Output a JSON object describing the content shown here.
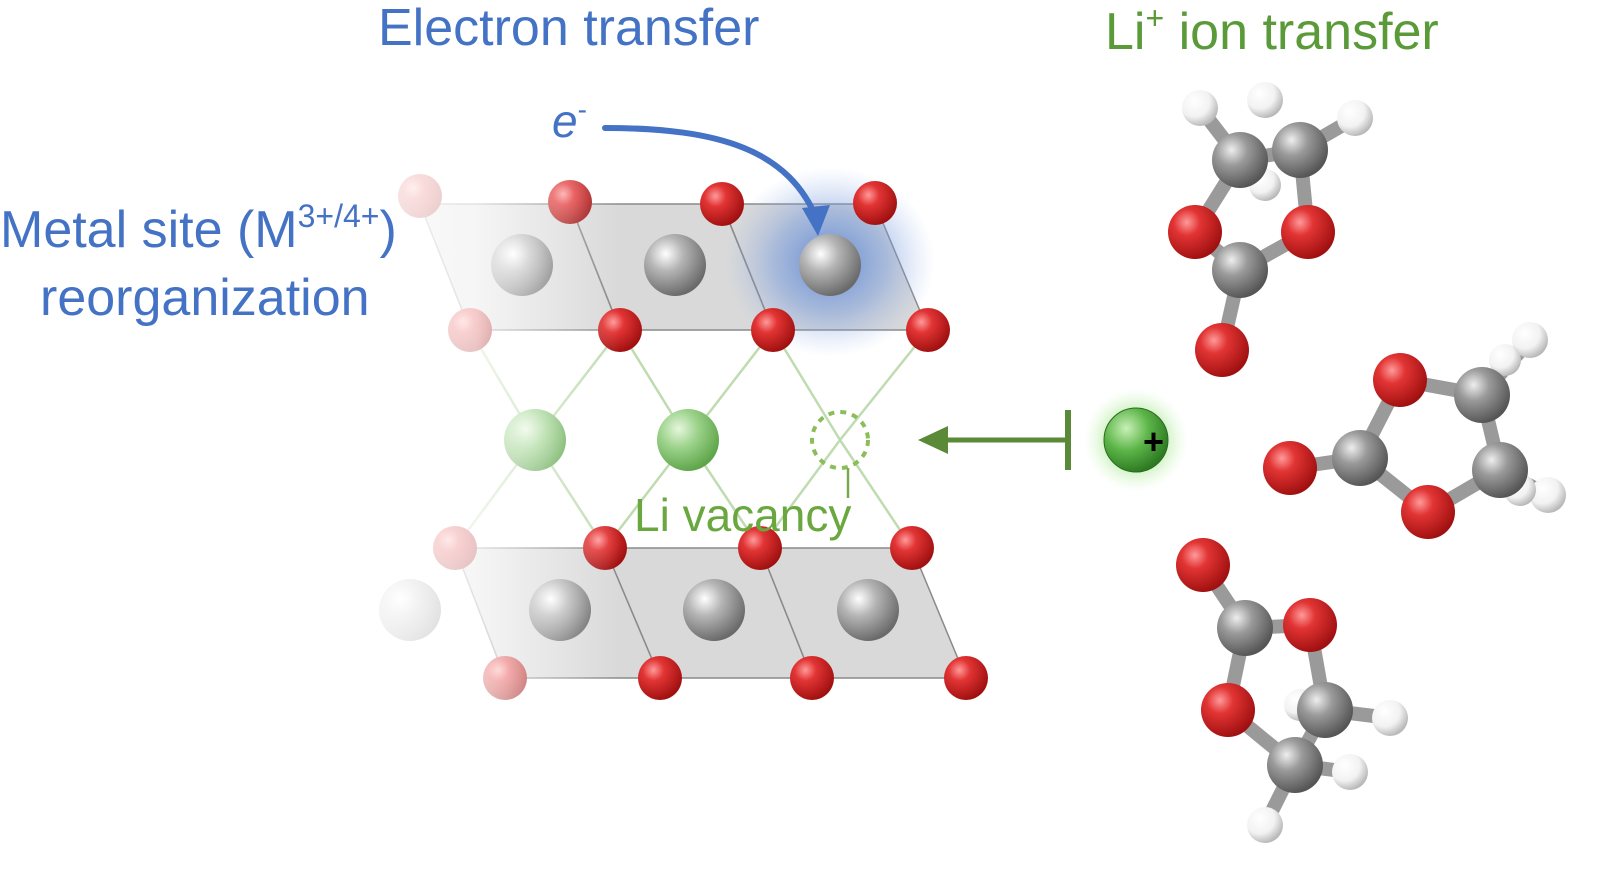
{
  "colors": {
    "electron": "#4472c4",
    "lithium": "#5a9a38",
    "oxygen": "#dc2d2d",
    "metal": "#9c9c9c",
    "carbon": "#8e8e8e",
    "hydrogen": "#f0f0f0",
    "octahedron": "#d7d7d7"
  },
  "labels": {
    "electron_transfer": "Electron transfer",
    "li_ion_transfer_prefix": "Li",
    "li_ion_transfer_sup": "+",
    "li_ion_transfer_suffix": " ion transfer",
    "metal_site_prefix": "Metal site (M",
    "metal_site_sup": "3+/4+",
    "metal_site_suffix": ")",
    "reorganization": "reorganization",
    "electron_symbol": "e",
    "electron_sup": "-",
    "li_vacancy": "Li vacancy",
    "plus_symbol": "+"
  },
  "icons": {
    "electron_arrow": "curved-arrow-icon",
    "li_arrow": "blocked-arrow-icon",
    "li_ion": "li-ion-sphere-icon"
  }
}
